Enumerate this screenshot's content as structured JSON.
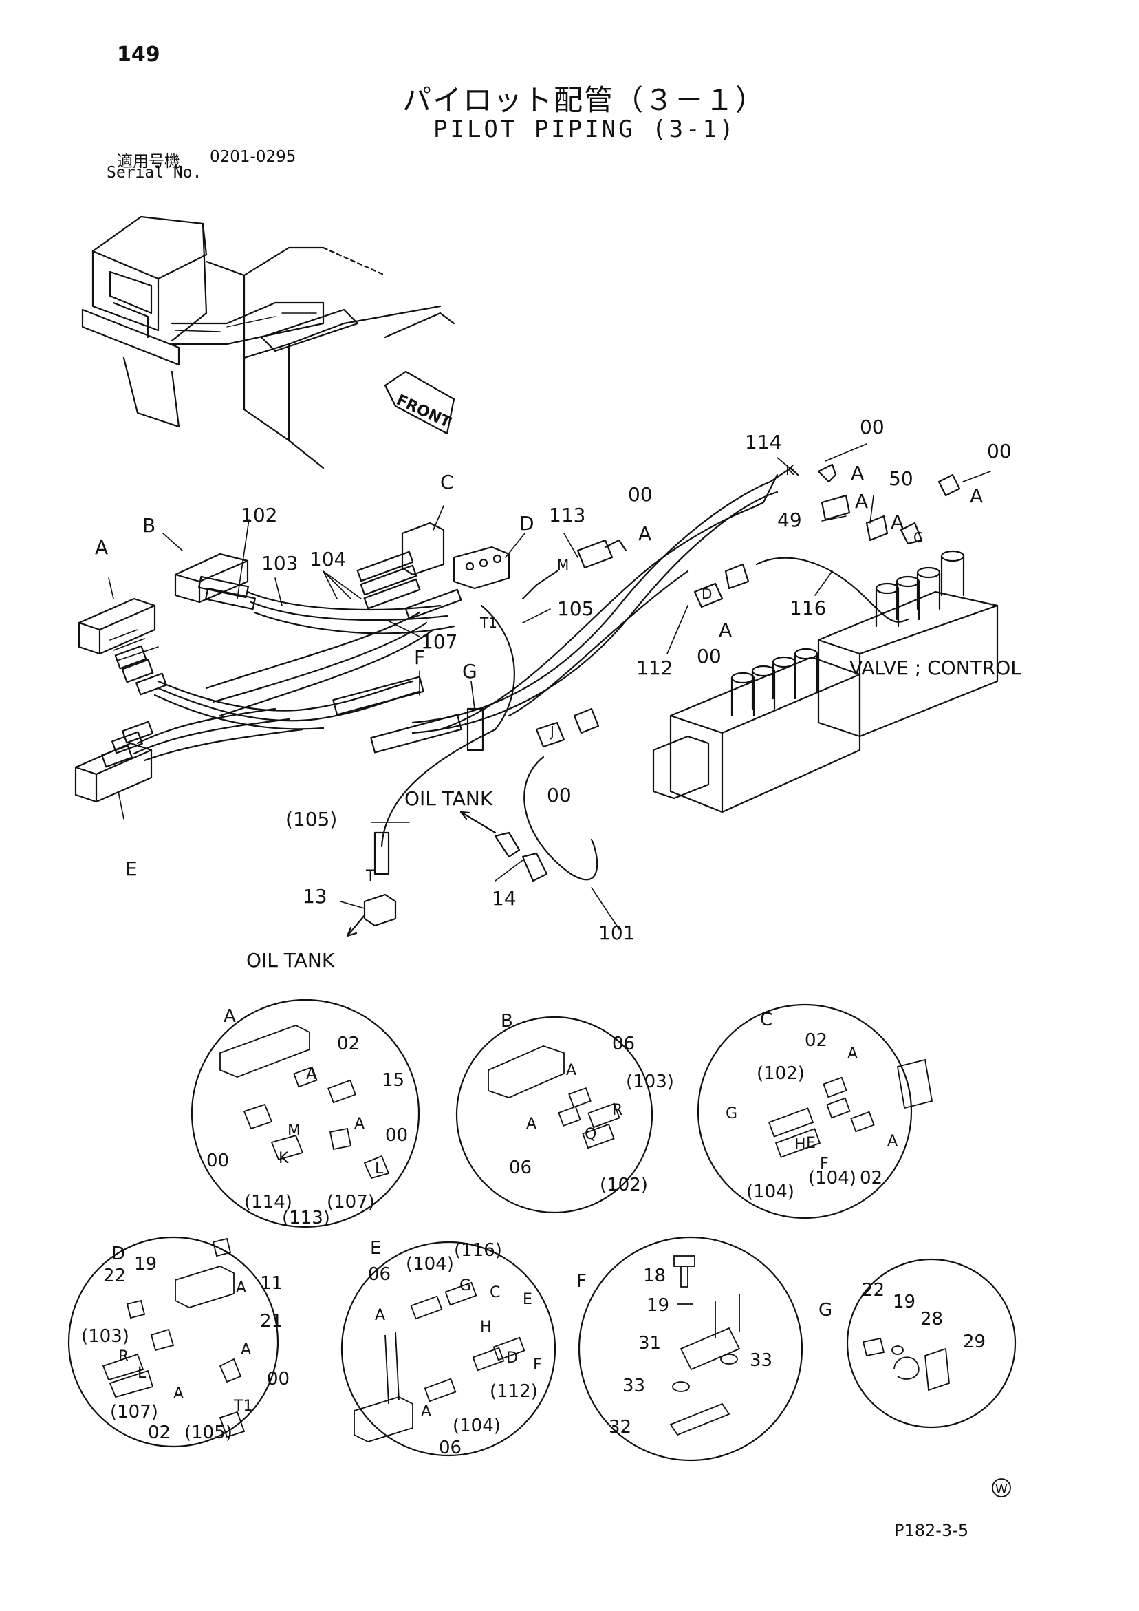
{
  "header": {
    "page_number": "149",
    "title_jp": "パイロット配管（３－１）",
    "title_en": "PILOT PIPING (3-1)",
    "serial_label_jp": "適用号機",
    "serial_range": "0201-0295",
    "serial_label_en": "Serial No."
  },
  "main": {
    "labels": {
      "front": "FRONT",
      "valve": "VALVE ; CONTROL",
      "oil_tank_1": "OIL TANK",
      "oil_tank_2": "OIL TANK",
      "A": "A",
      "B": "B",
      "C": "C",
      "D": "D",
      "E": "E",
      "F": "F",
      "G": "G",
      "p102": "102",
      "p103": "103",
      "p104": "104",
      "p105": "105",
      "p107": "107",
      "p113": "113",
      "p114": "114",
      "p112": "112",
      "p116": "116",
      "p101": "101",
      "p105b": "(105)",
      "p13": "13",
      "p14": "14",
      "p49": "49",
      "p50": "50",
      "p00a": "00",
      "p00b": "00",
      "p00c": "00",
      "p00d": "00",
      "p00e": "00",
      "pA1": "A",
      "pA2": "A",
      "pA3": "A",
      "pA4": "A",
      "pA5": "A",
      "pA6": "A",
      "pT1": "T1",
      "pT2": "T",
      "pK": "K",
      "pM": "M",
      "pJ": "J",
      "pC2": "C",
      "pD2": "D"
    }
  },
  "details": {
    "A": {
      "letter": "A",
      "labels": [
        "02",
        "15",
        "A",
        "A",
        "00",
        "00",
        "M",
        "K",
        "L",
        "(114)",
        "(113)",
        "(107)"
      ]
    },
    "B": {
      "letter": "B",
      "labels": [
        "06",
        "(103)",
        "A",
        "A",
        "R",
        "Q",
        "06",
        "(102)"
      ]
    },
    "C": {
      "letter": "C",
      "labels": [
        "02",
        "A",
        "(102)",
        "G",
        "A",
        "02",
        "(104)",
        "(104)",
        "H",
        "E",
        "F"
      ]
    },
    "D": {
      "letter": "D",
      "labels": [
        "22",
        "19",
        "11",
        "A",
        "21",
        "(103)",
        "R",
        "L",
        "(107)",
        "A",
        "02",
        "(105)",
        "T1",
        "A",
        "00"
      ]
    },
    "E": {
      "letter": "E",
      "labels": [
        "(104)",
        "(116)",
        "06",
        "A",
        "G",
        "C",
        "E",
        "H",
        "D",
        "F",
        "(112)",
        "(104)",
        "A",
        "06"
      ]
    },
    "F": {
      "letter": "F",
      "labels": [
        "18",
        "19",
        "31",
        "33",
        "33",
        "32"
      ]
    },
    "G": {
      "letter": "G",
      "labels": [
        "22",
        "19",
        "28",
        "29"
      ]
    }
  },
  "footer": {
    "w_mark": "W",
    "drawing_code": "P182-3-5"
  }
}
